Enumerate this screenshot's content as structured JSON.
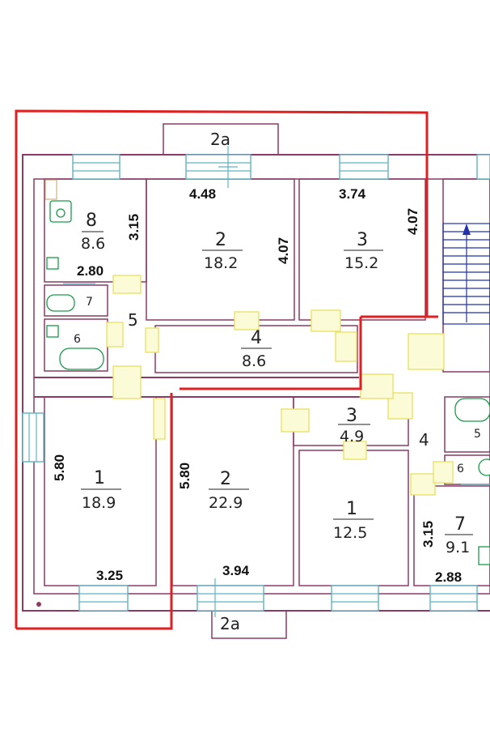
{
  "plan": {
    "balcony_top": "2a",
    "balcony_bottom": "2a",
    "rooms": [
      {
        "id": "r8",
        "number": "8",
        "area": "8.6"
      },
      {
        "id": "r2t",
        "number": "2",
        "area": "18.2"
      },
      {
        "id": "r3t",
        "number": "3",
        "area": "15.2"
      },
      {
        "id": "r7s",
        "number": "7"
      },
      {
        "id": "r6s",
        "number": "6"
      },
      {
        "id": "r5",
        "number": "5"
      },
      {
        "id": "r4",
        "number": "4",
        "area": "8.6"
      },
      {
        "id": "r1",
        "number": "1",
        "area": "18.9"
      },
      {
        "id": "r2b",
        "number": "2",
        "area": "22.9"
      },
      {
        "id": "r3b",
        "number": "3",
        "area": "4.9"
      },
      {
        "id": "r1b",
        "number": "1",
        "area": "12.5"
      },
      {
        "id": "r4b",
        "number": "4"
      },
      {
        "id": "r5b",
        "number": "5"
      },
      {
        "id": "r6b",
        "number": "6"
      },
      {
        "id": "r7b",
        "number": "7",
        "area": "9.1"
      }
    ],
    "dimensions": [
      {
        "id": "d1",
        "text": "4.48"
      },
      {
        "id": "d2",
        "text": "3.74"
      },
      {
        "id": "d3",
        "text": "4.07"
      },
      {
        "id": "d4",
        "text": "4.07"
      },
      {
        "id": "d5",
        "text": "3.15"
      },
      {
        "id": "d6",
        "text": "2.80"
      },
      {
        "id": "d7",
        "text": "5.80"
      },
      {
        "id": "d8",
        "text": "5.80"
      },
      {
        "id": "d9",
        "text": "3.25"
      },
      {
        "id": "d10",
        "text": "3.94"
      },
      {
        "id": "d11",
        "text": "3.15"
      },
      {
        "id": "d12",
        "text": "2.88"
      }
    ],
    "colors": {
      "wall": "#8a3c66",
      "window": "#5fb3c2",
      "door": "#e8e060",
      "highlight": "#e02020",
      "stairs": "#2233aa",
      "fixture": "#1a9a4a"
    }
  }
}
